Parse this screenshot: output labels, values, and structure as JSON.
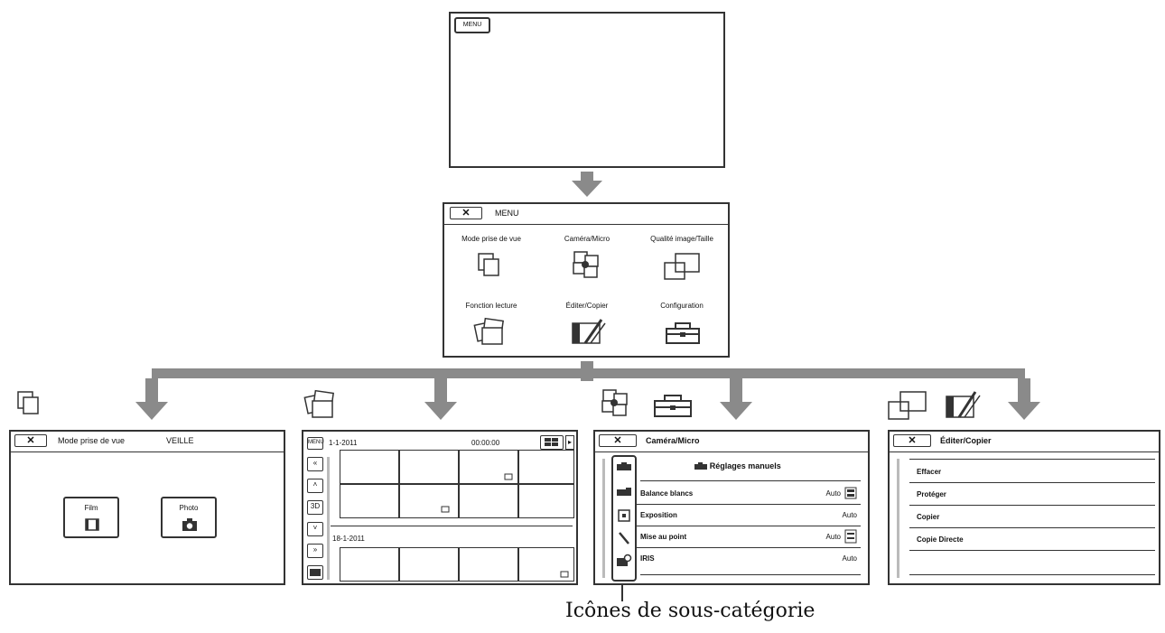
{
  "top_screen": {
    "menu_button": "MENU"
  },
  "main_menu": {
    "close": "✕",
    "title": "MENU",
    "items": [
      {
        "label": "Mode prise de vue"
      },
      {
        "label": "Caméra/Micro"
      },
      {
        "label": "Qualité image/Taille"
      },
      {
        "label": "Fonction lecture"
      },
      {
        "label": "Éditer/Copier"
      },
      {
        "label": "Configuration"
      }
    ]
  },
  "panel_shooting": {
    "close": "✕",
    "title": "Mode prise de vue",
    "status": "VEILLE",
    "buttons": [
      {
        "label": "Film"
      },
      {
        "label": "Photo"
      }
    ]
  },
  "panel_playback": {
    "side_buttons": [
      "MENU",
      "3D"
    ],
    "date1": "1-1-2011",
    "timecode": "00:00:00",
    "date2": "18-1-2011"
  },
  "panel_camera": {
    "close": "✕",
    "title": "Caméra/Micro",
    "section": "Réglages manuels",
    "rows": [
      {
        "label": "Balance blancs",
        "value": "Auto"
      },
      {
        "label": "Exposition",
        "value": "Auto"
      },
      {
        "label": "Mise au point",
        "value": "Auto"
      },
      {
        "label": "IRIS",
        "value": "Auto"
      }
    ]
  },
  "panel_edit": {
    "close": "✕",
    "title": "Éditer/Copier",
    "rows": [
      "Effacer",
      "Protéger",
      "Copier",
      "Copie Directe"
    ]
  },
  "caption": "Icônes de sous-catégorie",
  "colors": {
    "connector": "#8a8a8a",
    "outline": "#333333"
  }
}
